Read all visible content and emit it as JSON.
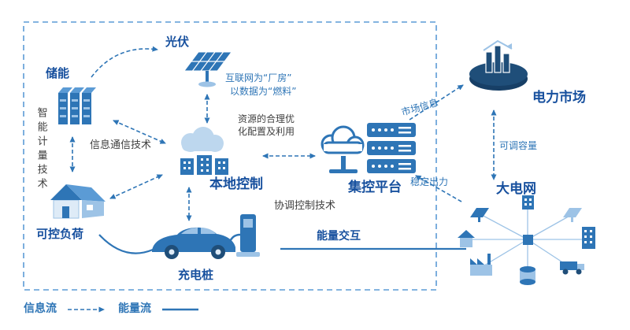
{
  "diagram": {
    "nodes": {
      "storage": {
        "label": "储能"
      },
      "pv": {
        "label": "光伏"
      },
      "load": {
        "label": "可控负荷"
      },
      "local_control": {
        "label": "本地控制"
      },
      "charging": {
        "label": "充电桩"
      },
      "platform": {
        "label": "集控平台"
      },
      "market": {
        "label": "电力市场"
      },
      "grid": {
        "label": "大电网"
      }
    },
    "annotations": {
      "smart_metering": "智能计量技术",
      "ict": "信息通信技术",
      "internet_line1": "互联网为“厂房”",
      "internet_line2": "以数据为“燃料”",
      "resource_line1": "资源的合理优",
      "resource_line2": "化配置及利用",
      "coordination": "协调控制技术",
      "market_info": "市场信息",
      "adjustable_capacity": "可调容量",
      "stable_output": "稳定出力",
      "energy_exchange": "能量交互"
    },
    "legend": {
      "info_flow": "信息流",
      "energy_flow": "能量流"
    },
    "colors": {
      "primary": "#2E75B6",
      "light": "#9DC3E6",
      "pale": "#BDD7EE",
      "dark": "#1F4E79",
      "label": "#17509E"
    }
  }
}
